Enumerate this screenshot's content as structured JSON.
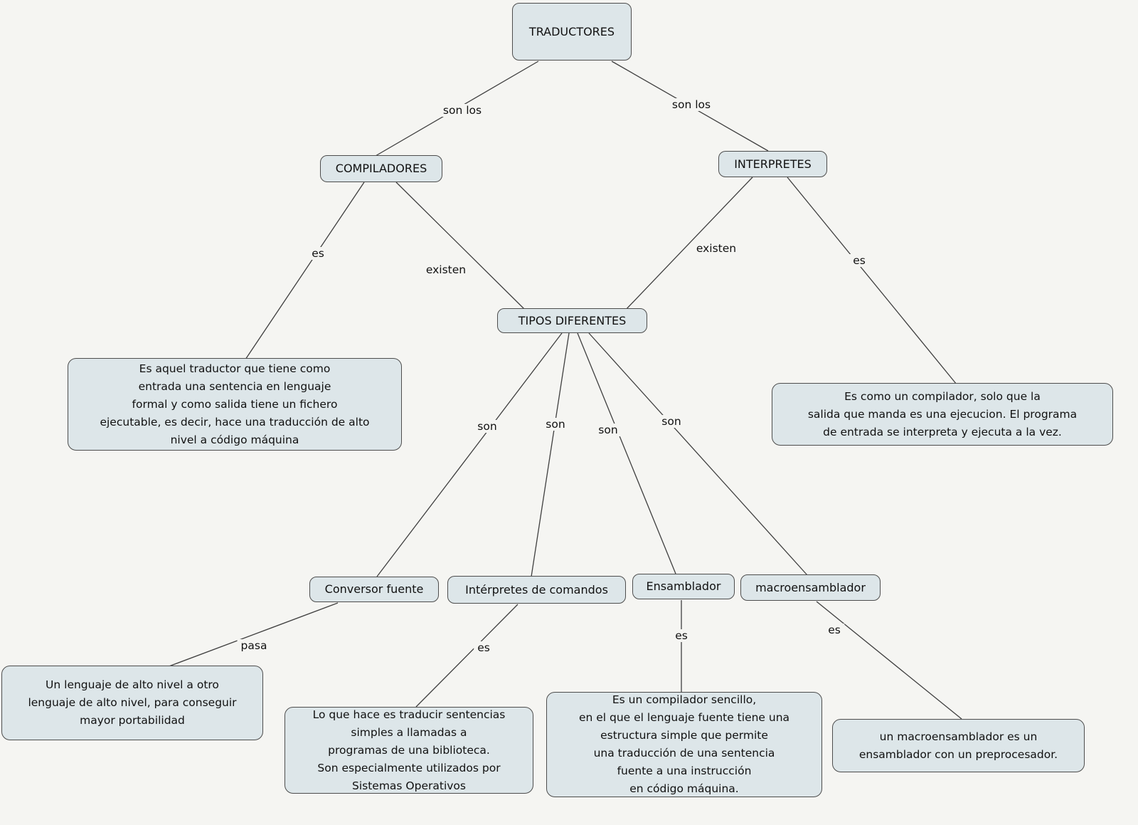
{
  "title": "Mapa conceptual de traductores",
  "style": {
    "background": "#f5f5f2",
    "node_fill": "#dde6e9",
    "node_border": "#4d4d4d",
    "line_color": "#3f3f3f",
    "text_color": "#111111"
  },
  "nodes": {
    "traductores": {
      "label": "TRADUCTORES"
    },
    "compiladores": {
      "label": "COMPILADORES"
    },
    "interpretes": {
      "label": "INTERPRETES"
    },
    "tipos_diferentes": {
      "label": "TIPOS DIFERENTES"
    },
    "compilador_def": {
      "label": "Es aquel traductor que tiene como\nentrada una sentencia en lenguaje\nformal y como salida tiene un fichero\nejecutable, es decir, hace una traducción de alto\nnivel a código máquina"
    },
    "interprete_def": {
      "label": "Es como un compilador, solo que la\nsalida que manda es una ejecucion. El programa\nde entrada se interpreta y ejecuta a la vez."
    },
    "conversor_fuente": {
      "label": "Conversor fuente"
    },
    "interpretes_de_comandos": {
      "label": "Intérpretes de comandos"
    },
    "ensamblador": {
      "label": "Ensamblador"
    },
    "macroensamblador": {
      "label": "macroensamblador"
    },
    "conversor_def": {
      "label": "Un lenguaje de alto nivel a otro\nlenguaje de alto nivel, para conseguir\nmayor portabilidad"
    },
    "interpretes_comandos_def": {
      "label": "Lo que hace es traducir sentencias\nsimples a llamadas a\nprogramas de una biblioteca.\nSon especialmente utilizados por\nSistemas Operativos"
    },
    "ensamblador_def": {
      "label": "Es un compilador sencillo,\nen el que el lenguaje fuente tiene una\nestructura simple que permite\nuna traducción de una sentencia\nfuente a una instrucción\nen código máquina."
    },
    "macroensamblador_def": {
      "label": "un macroensamblador es un\nensamblador con un preprocesador."
    }
  },
  "edges": {
    "traductores_compiladores": {
      "label": "son los"
    },
    "traductores_interpretes": {
      "label": "son los"
    },
    "compiladores_def": {
      "label": "es"
    },
    "compiladores_tipos": {
      "label": "existen"
    },
    "interpretes_tipos": {
      "label": "existen"
    },
    "interpretes_def": {
      "label": "es"
    },
    "tipos_conversor": {
      "label": "son"
    },
    "tipos_interpretes_comandos": {
      "label": "son"
    },
    "tipos_ensamblador": {
      "label": "son"
    },
    "tipos_macroensamblador": {
      "label": "son"
    },
    "conversor_def_edge": {
      "label": "pasa"
    },
    "interpretes_comandos_def_edge": {
      "label": "es"
    },
    "ensamblador_def_edge": {
      "label": "es"
    },
    "macroensamblador_def_edge": {
      "label": "es"
    }
  }
}
